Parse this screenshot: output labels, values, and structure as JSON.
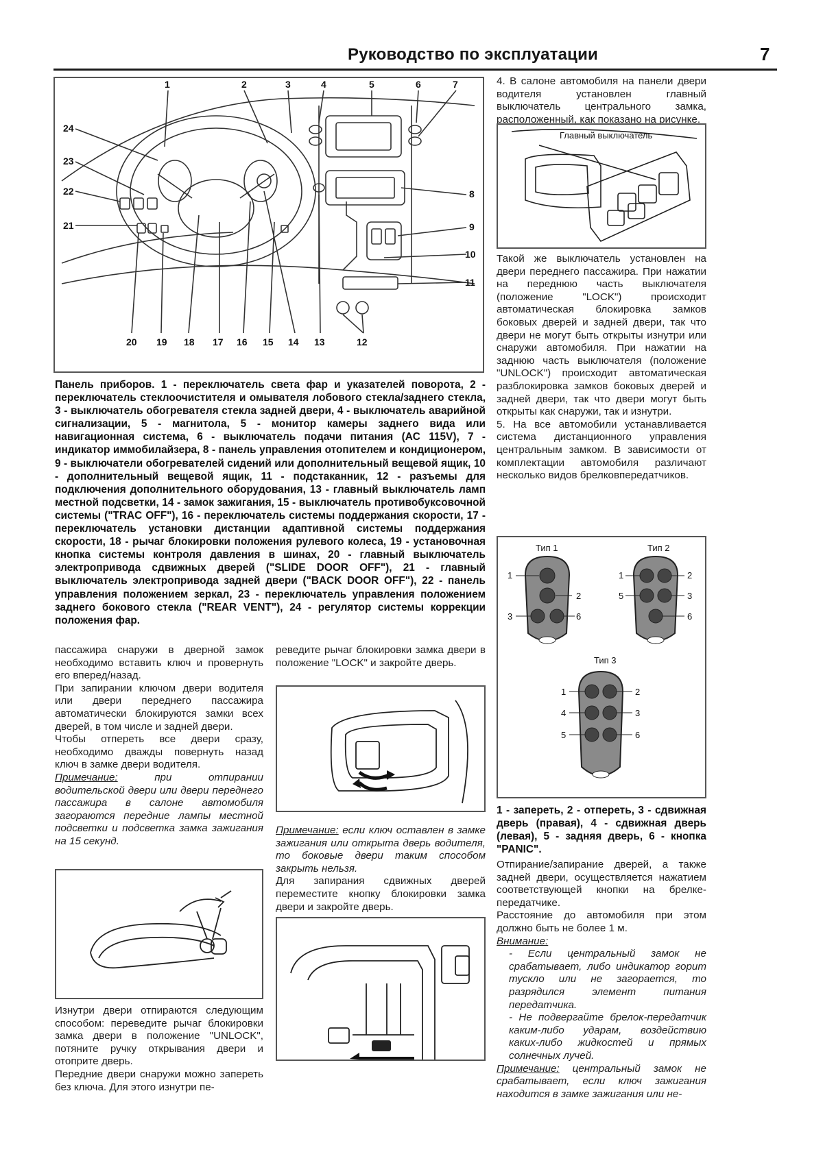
{
  "header": {
    "title": "Руководство по эксплуатации",
    "page_number": "7"
  },
  "dashboard_figure": {
    "callouts": [
      "1",
      "2",
      "3",
      "4",
      "5",
      "6",
      "7",
      "8",
      "9",
      "10",
      "11",
      "12",
      "13",
      "14",
      "15",
      "16",
      "17",
      "18",
      "19",
      "20",
      "21",
      "22",
      "23",
      "24"
    ]
  },
  "dashboard_caption": "Панель приборов. 1 - переключатель света фар и указателей поворота, 2 - переключатель стеклоочистителя и омывателя лобового стекла/заднего стекла, 3 - выключатель обогревателя стекла задней двери, 4 - выключатель аварийной сигнализации, 5 - магнитола, 5 - монитор камеры заднего вида или навигационная система, 6 - выключатель подачи питания (AC 115V), 7 - индикатор иммобилайзера, 8 - панель управления отопителем и кондиционером, 9 - выключатели обогревателей сидений или дополнительный вещевой ящик, 10 - дополнительный вещевой ящик, 11 - подстаканник, 12 - разъемы для подключения дополнительного оборудования, 13 - главный выключатель ламп местной подсветки, 14 - замок зажигания, 15 - выключатель противобуксовочной системы (\"TRAC OFF\"), 16 - переключатель системы поддержания скорости, 17 - переключатель установки дистанции адаптивной системы поддержания скорости, 18 - рычаг блокировки положения рулевого колеса, 19 - установочная кнопка системы контроля давления в шинах, 20 - главный выключатель электропривода сдвижных дверей (\"SLIDE DOOR OFF\"), 21 - главный выключатель электропривода задней двери (\"BACK DOOR OFF\"), 22 - панель управления положением зеркал, 23 - переключатель управления положением заднего бокового стекла (\"REAR VENT\"), 24 - регулятор системы коррекции положения фар.",
  "left_column": {
    "p1": "пассажира снаружи в дверной замок необходимо вставить ключ и провернуть его вперед/назад.",
    "p2": "При запирании ключом двери водителя или двери переднего пассажира автоматически блокируются замки всех дверей, в том числе и задней двери.",
    "p3": "Чтобы отпереть все двери сразу, необходимо дважды повернуть назад ключ в замке двери водителя.",
    "note_label": "Примечание:",
    "note_text": " при отпирании водительской двери или двери переднего пассажира в салоне автомобиля загораются передние лампы местной подсветки и подсветка замка зажигания на 15 секунд.",
    "p4": "Изнутри двери отпираются следующим способом: переведите рычаг блокировки замка двери в положение \"UNLOCK\", потяните ручку открывания двери и отоприте дверь.",
    "p5": "Передние двери снаружи можно запереть без ключа. Для этого изнутри пе-"
  },
  "middle_column": {
    "p1": "реведите рычаг блокировки замка двери в положение \"LOCK\" и закройте дверь.",
    "note_label": "Примечание:",
    "note_text": " если ключ оставлен в замке зажигания или открыта дверь водителя, то боковые двери таким способом закрыть нельзя.",
    "p2": "Для запирания сдвижных дверей переместите кнопку блокировки замка двери и закройте дверь."
  },
  "right_column": {
    "p1": "4. В салоне автомобиля на панели двери водителя установлен главный выключатель центрального замка, расположенный, как показано на рисунке.",
    "fig_label": "Главный выключатель",
    "p2": "Такой же выключатель установлен на двери переднего пассажира. При нажатии на переднюю часть выключателя (положение \"LOCK\") происходит автоматическая блокировка замков боковых дверей и задней двери, так что двери не могут быть открыты изнутри или снаружи автомобиля. При нажатии на заднюю часть выключателя (положение \"UNLOCK\") происходит автоматическая разблокировка замков боковых дверей и задней двери, так что двери могут быть открыты как снаружи, так и изнутри.",
    "p3": "5. На все автомобили устанавливается система дистанционного управления центральным замком. В зависимости от комплектации автомобиля различают несколько видов брелковпередатчиков.",
    "remote_caption": "1 - запереть, 2 - отпереть, 3 - сдвижная дверь (правая), 4 - сдвижная дверь (левая), 5 - задняя дверь, 6 - кнопка \"PANIC\".",
    "p4": "Отпирание/запирание дверей, а также задней двери, осуществляется нажатием соответствующей кнопки на брелке-передатчике.",
    "p5": "Расстояние до автомобиля при этом должно быть не более 1 м.",
    "warn_label": "Внимание:",
    "warn1": "- Если центральный замок не срабатывает, либо индикатор горит тускло или не загорается, то разрядился элемент питания передатчика.",
    "warn2": "- Не подвергайте брелок-передатчик каким-либо ударам, воздействию каких-либо жидкостей и прямых солнечных лучей.",
    "note_label": "Примечание:",
    "note_text": " центральный замок не срабатывает, если ключ зажигания находится в замке зажигания или не-"
  },
  "remote_figure": {
    "type1": "Тип 1",
    "type2": "Тип 2",
    "type3": "Тип 3",
    "t1_labels": [
      "1",
      "2",
      "3",
      "6"
    ],
    "t2_labels": [
      "1",
      "2",
      "5",
      "3",
      "6"
    ],
    "t3_labels": [
      "1",
      "2",
      "4",
      "3",
      "5",
      "6"
    ]
  }
}
